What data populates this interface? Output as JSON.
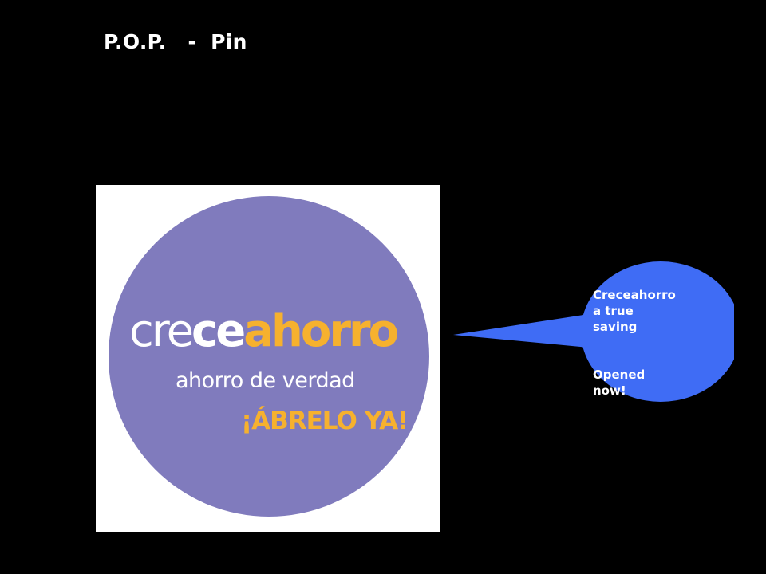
{
  "slide": {
    "title": "P.O.P.   -  Pin",
    "background_color": "#000000"
  },
  "pin": {
    "brand_part1": "cre",
    "brand_part2": "ce",
    "brand_part3": "ahorro",
    "tagline": "ahorro de verdad",
    "cta": "¡ÁBRELO YA!",
    "circle_color": "#807bbd",
    "accent_color": "#f6b12e"
  },
  "callout": {
    "line1": "Creceahorro",
    "line2": "a true",
    "line3": "saving",
    "line4": "Opened",
    "line5": "now!",
    "color": "#3f6cf5"
  }
}
